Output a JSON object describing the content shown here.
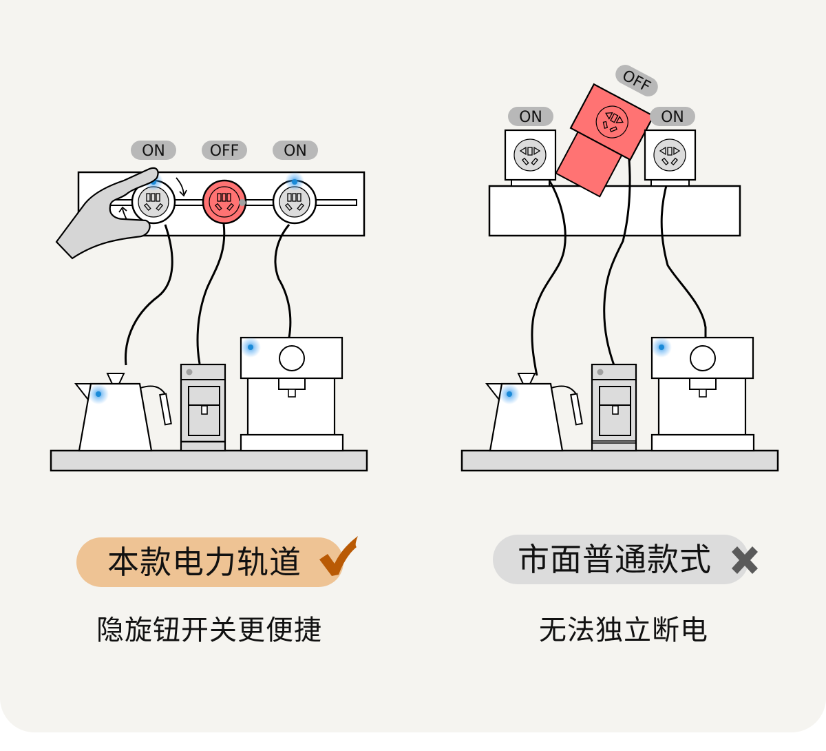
{
  "left_panel": {
    "title": "本款电力轨道",
    "subtitle": "隐旋钮开关更便捷",
    "verdict_icon": "checkmark-icon",
    "socket_states": [
      "ON",
      "OFF",
      "ON"
    ],
    "appliances": [
      "kettle",
      "water-dispenser",
      "coffee-machine"
    ]
  },
  "right_panel": {
    "title": "市面普通款式",
    "subtitle": "无法独立断电",
    "verdict_icon": "cross-icon",
    "socket_states": [
      "ON",
      "OFF",
      "ON"
    ],
    "appliances": [
      "kettle",
      "water-dispenser",
      "coffee-machine"
    ]
  },
  "colors": {
    "background": "#f5f4f0",
    "off_red": "#ff7373",
    "socket_gray": "#dcdcdc",
    "state_badge": "#b8b8b8",
    "indicator_blue": "#1a8ad8",
    "left_pill": "#eec394",
    "check_orange": "#b95a05",
    "right_pill": "#dcdcdc",
    "cross_gray": "#5a5a5a"
  }
}
